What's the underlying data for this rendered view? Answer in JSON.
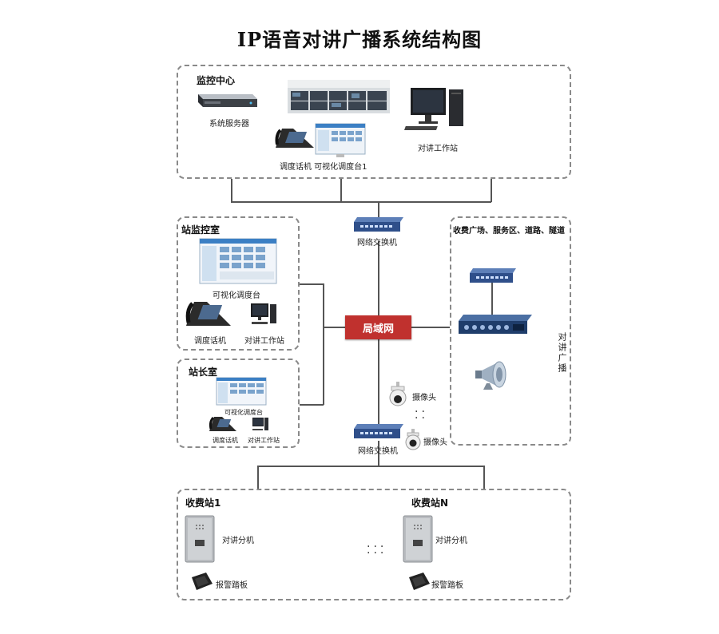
{
  "title": "IP语音对讲广播系统结构图",
  "monitor_center": {
    "label": "监控中心",
    "server": "系统服务器",
    "console": "调度话机  可视化调度台1",
    "workstation": "对讲工作站"
  },
  "switch_top": "网络交换机",
  "station_monitor": {
    "label": "站监控室",
    "console": "可视化调度台",
    "phone": "调度话机",
    "workstation": "对讲工作站"
  },
  "station_master": {
    "label": "站长室",
    "console": "可视化调度台",
    "phone": "调度话机",
    "workstation": "对讲工作站"
  },
  "lan": "局域网",
  "field": {
    "label": "收费广场、服务区、道路、隧道",
    "broadcast": "对讲广播"
  },
  "cameras": [
    "摄像头",
    "摄像头"
  ],
  "switch_bottom": "网络交换机",
  "toll_1": {
    "label": "收费站1",
    "intercom": "对讲分机",
    "pedal": "报警踏板"
  },
  "toll_n": {
    "label": "收费站N",
    "intercom": "对讲分机",
    "pedal": "报警踏板"
  }
}
